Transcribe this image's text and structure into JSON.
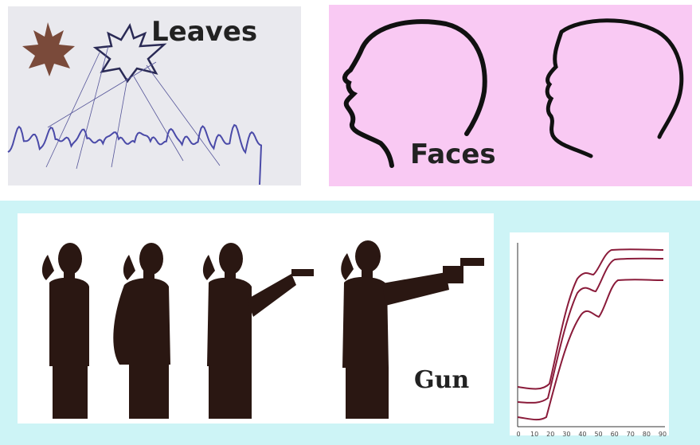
{
  "panels": {
    "leaves": {
      "label": "Leaves",
      "bg": "#e9e9ee",
      "signal_color": "#4a4aa8"
    },
    "faces": {
      "label": "Faces",
      "bg": "#f9c9f3"
    },
    "gun": {
      "label": "Gun",
      "bg": "#cdf4f6"
    }
  },
  "curve_plot": {
    "x_ticks": [
      "0",
      "10",
      "20",
      "30",
      "40",
      "50",
      "60",
      "70",
      "80",
      "90"
    ],
    "line_color": "#8a1b3a"
  }
}
